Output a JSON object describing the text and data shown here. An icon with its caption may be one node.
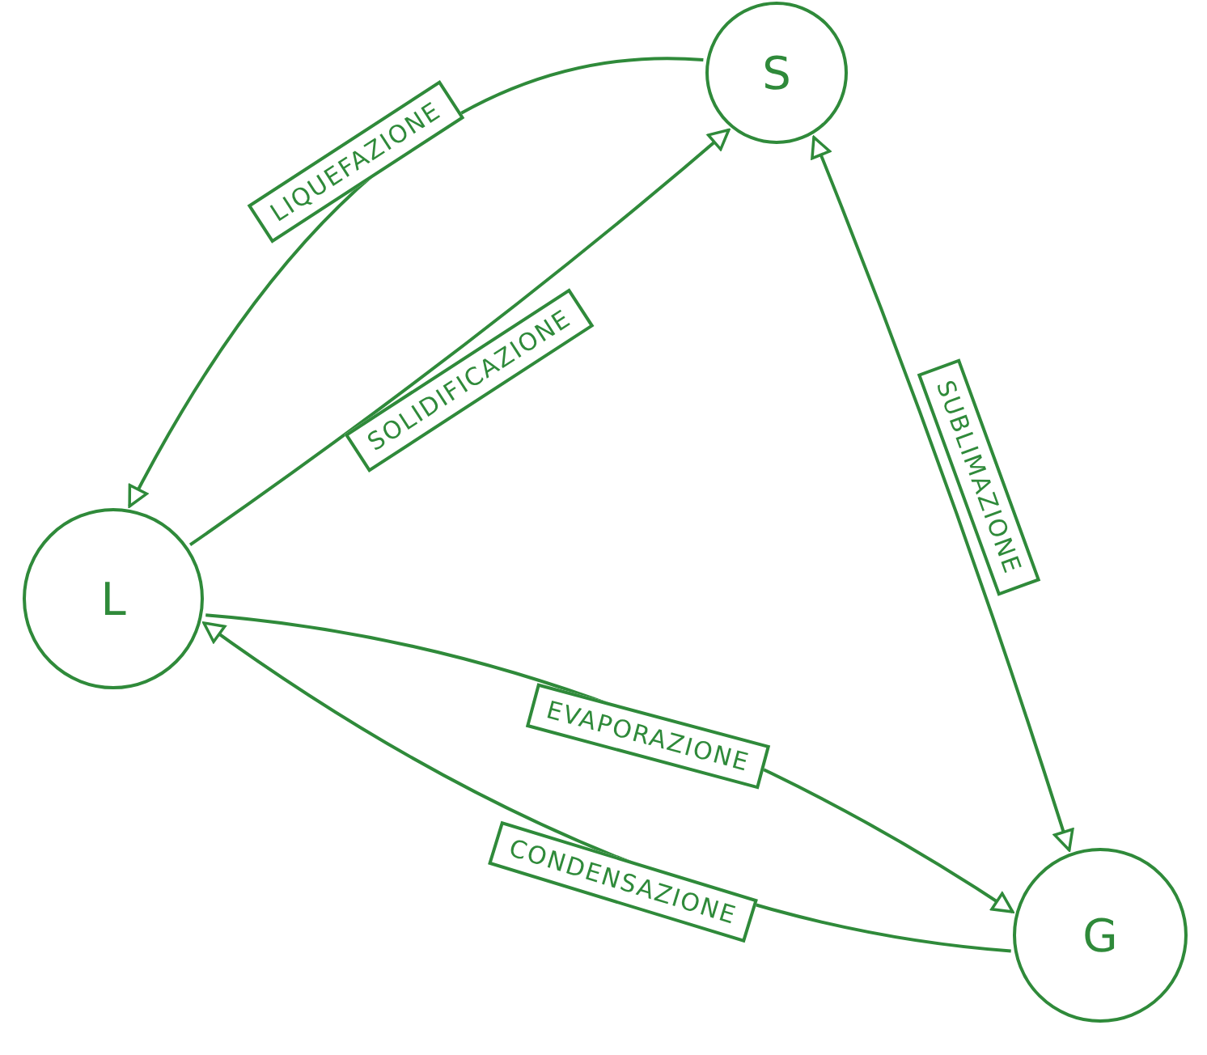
{
  "diagram": {
    "nodes": [
      {
        "text": [
          "S"
        ]
      },
      {
        "text": [
          "L"
        ]
      },
      {
        "text": [
          "G"
        ]
      }
    ],
    "edges": [
      {
        "from": 0,
        "to": 1,
        "arrow": "to",
        "label": "LIQUEFAZIONE"
      },
      {
        "from": 1,
        "to": 0,
        "arrow": "to",
        "label": "SOLIDIFICAZIONE"
      },
      {
        "from": 0,
        "to": 2,
        "arrow": "both",
        "label": "SUBLIMAZIONE"
      },
      {
        "from": 1,
        "to": 2,
        "arrow": "to",
        "label": "EVAPORAZIONE"
      },
      {
        "from": 2,
        "to": 1,
        "arrow": "to",
        "label": "CONDENSAZIONE"
      }
    ]
  }
}
